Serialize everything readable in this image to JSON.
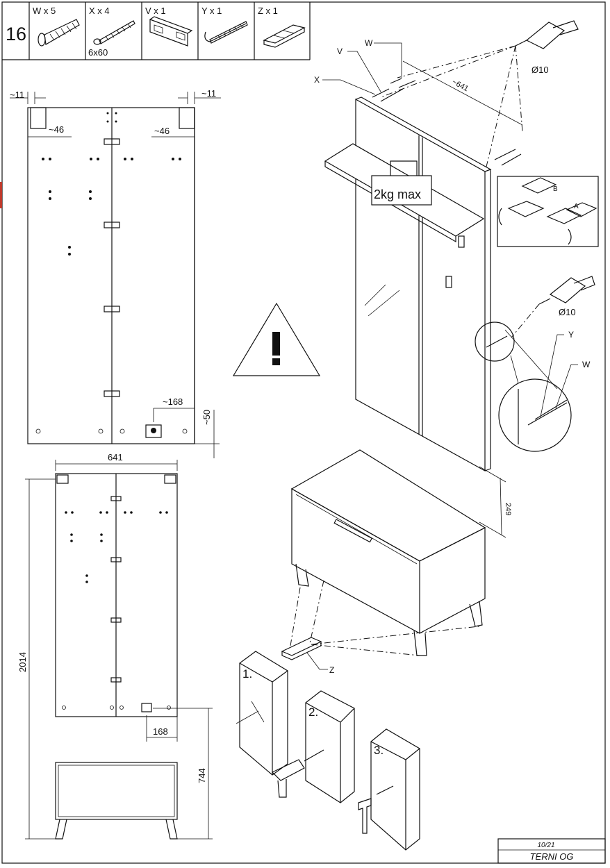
{
  "step": {
    "number": "16"
  },
  "parts": [
    {
      "label": "W x 5",
      "sub": ""
    },
    {
      "label": "X x 4",
      "sub": "6x60"
    },
    {
      "label": "V x 1",
      "sub": ""
    },
    {
      "label": "Y x 1",
      "sub": ""
    },
    {
      "label": "Z x 1",
      "sub": ""
    }
  ],
  "callouts": {
    "w": "W",
    "v": "V",
    "x": "X",
    "y": "Y",
    "z": "Z",
    "a": "A",
    "b": "B"
  },
  "drill": {
    "d1": "Ø10",
    "d2": "Ø10"
  },
  "weight_sign": "2kg max",
  "dims": {
    "d11_left": "~11",
    "d11_right": "~11",
    "d46_left": "~46",
    "d46_right": "~46",
    "d168_top": "~168",
    "d50": "~50",
    "d641_top": "~641",
    "d641": "641",
    "d2014": "2014",
    "d744": "744",
    "d168": "168",
    "d249": "249"
  },
  "substeps": [
    "1.",
    "2.",
    "3."
  ],
  "footer": {
    "page": "10/21",
    "product": "TERNI OG"
  }
}
